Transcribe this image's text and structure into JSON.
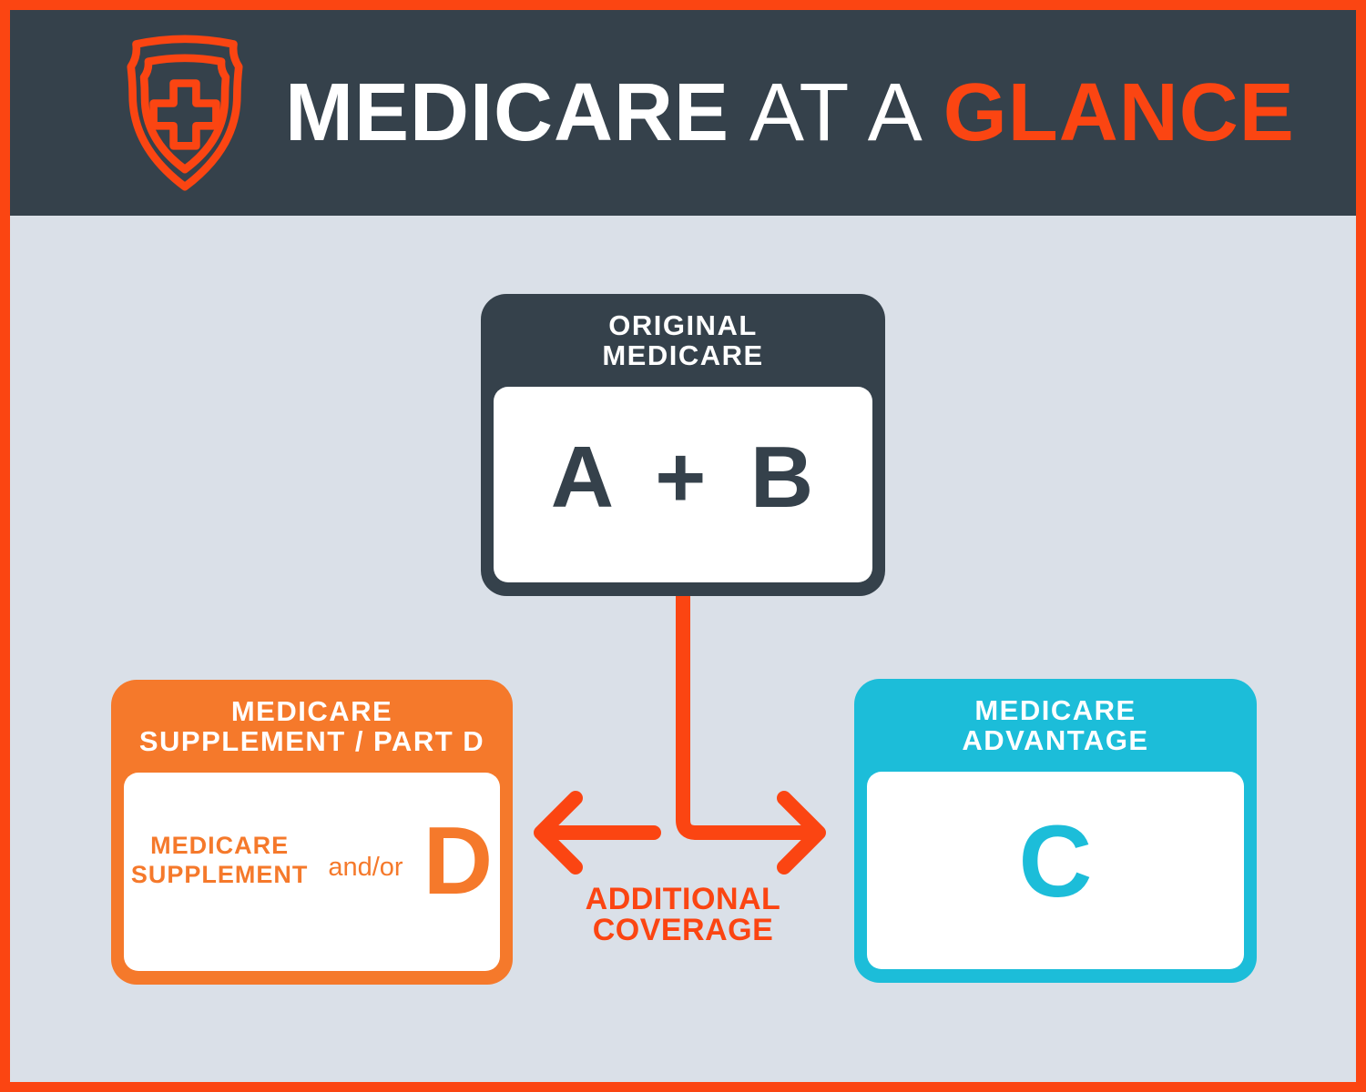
{
  "colors": {
    "accent": "#FB4512",
    "card_orange": "#F5792B",
    "card_cyan": "#1CBDD9",
    "dark_slate": "#35414B",
    "background": "#DAE0E8",
    "panel_white": "#FFFFFF"
  },
  "header": {
    "shield_icon": "shield-cross-icon",
    "title": {
      "part1": "MEDICARE",
      "part2": "AT A",
      "part3": "GLANCE"
    }
  },
  "diagram": {
    "original_medicare": {
      "header_line1": "ORIGINAL",
      "header_line2": "MEDICARE",
      "body": "A + B"
    },
    "supplement": {
      "header_line1": "MEDICARE",
      "header_line2": "SUPPLEMENT / PART D",
      "body_label_line1": "MEDICARE",
      "body_label_line2": "SUPPLEMENT",
      "body_connector": "and/or",
      "body_letter": "D"
    },
    "advantage": {
      "header_line1": "MEDICARE",
      "header_line2": "ADVANTAGE",
      "body_letter": "C"
    },
    "arrows_label": {
      "line1": "ADDITIONAL",
      "line2": "COVERAGE"
    }
  }
}
